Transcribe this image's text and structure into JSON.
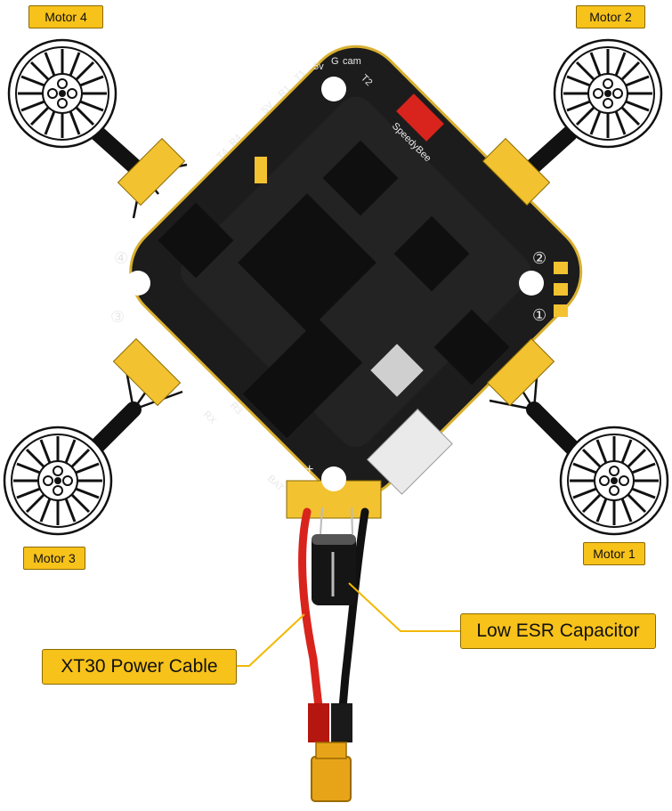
{
  "labels": {
    "motor4": "Motor 4",
    "motor2": "Motor 2",
    "motor3": "Motor 3",
    "motor1": "Motor 1",
    "capacitor": "Low ESR Capacitor",
    "power_cable": "XT30 Power Cable"
  },
  "board_silkscreen": {
    "brand": "SpeedyBee",
    "cam": "cam",
    "g": "G",
    "v5": "5v",
    "t1": "T1",
    "t2": "T2",
    "r1": "R1",
    "v5b": "5V",
    "r4": "R4",
    "t4": "T4",
    "rx": "RX",
    "r3": "R3",
    "bat": "BAT",
    "plus": "+",
    "pad1": "①",
    "pad2": "②",
    "pad3": "③",
    "pad4": "④"
  },
  "colors": {
    "label_fill": "#f7c21a",
    "board": "#1a1a1a",
    "pads": "#f2c230",
    "red_wire": "#d8241c",
    "black_wire": "#111111"
  },
  "icons": [
    "motor-icon",
    "capacitor-icon",
    "xt30-connector-icon"
  ]
}
